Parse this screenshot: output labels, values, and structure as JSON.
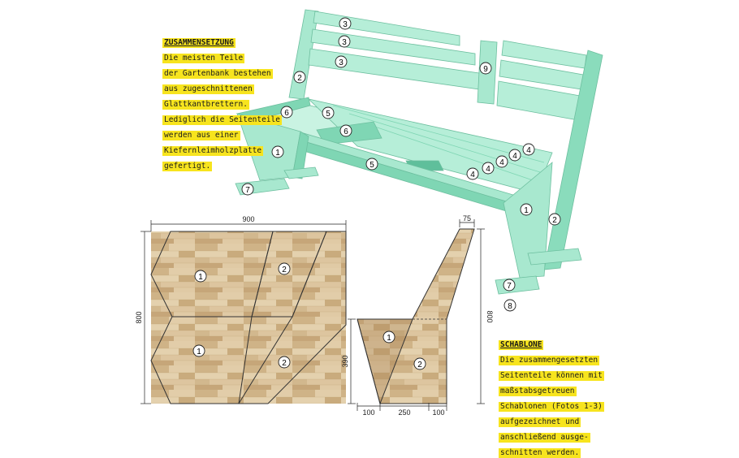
{
  "intro_box": {
    "title": "ZUSAMMENSETZUNG",
    "lines": [
      "Die meisten Teile",
      "der Gartenbank bestehen",
      "aus zugeschnittenen",
      "Glattkantbrettern.",
      "Lediglich die Seitenteile",
      "werden aus einer",
      "Kiefernleimholzplatte",
      "gefertigt."
    ]
  },
  "template_box": {
    "title": "SCHABLONE",
    "lines": [
      "Die zusammengesetzten",
      "Seitenteile können mit",
      "maßstabsgetreuen",
      "Schablonen (Fotos 1-3)",
      "aufgezeichnet und",
      "anschließend ausge-",
      "schnitten werden."
    ]
  },
  "bench_labels": {
    "backrest_board_top": "3",
    "backrest_board_mid": "3",
    "backrest_board_low": "3",
    "back_support": "9",
    "side_upright_left": "2",
    "seat_frame_end": "6",
    "seat_rail_front": "5",
    "seat_inner_block": "6",
    "seat_support": "5",
    "leg_left": "1",
    "foot_left": "7",
    "seat_slat_a": "4",
    "seat_slat_b": "4",
    "seat_slat_c": "4",
    "seat_slat_d": "4",
    "seat_slat_e": "4",
    "leg_right": "1",
    "side_upright_right": "2",
    "foot_right_upper": "7",
    "foot_right_lower": "8"
  },
  "panel_labels": [
    "1",
    "2",
    "1",
    "2"
  ],
  "panel_dims": {
    "width": "900",
    "height": "800"
  },
  "template_labels": [
    "1",
    "2"
  ],
  "template_dims": {
    "top": "75",
    "height_right": "800",
    "height_left": "390",
    "bottom_left": "100",
    "bottom_mid": "250",
    "bottom_right": "100"
  },
  "colors": {
    "bench_face": "#a8e8cf",
    "bench_shade": "#7fd6b4",
    "bench_dark": "#5fbf9b",
    "highlight": "#f7e41e",
    "wood": "#d8bf98"
  }
}
